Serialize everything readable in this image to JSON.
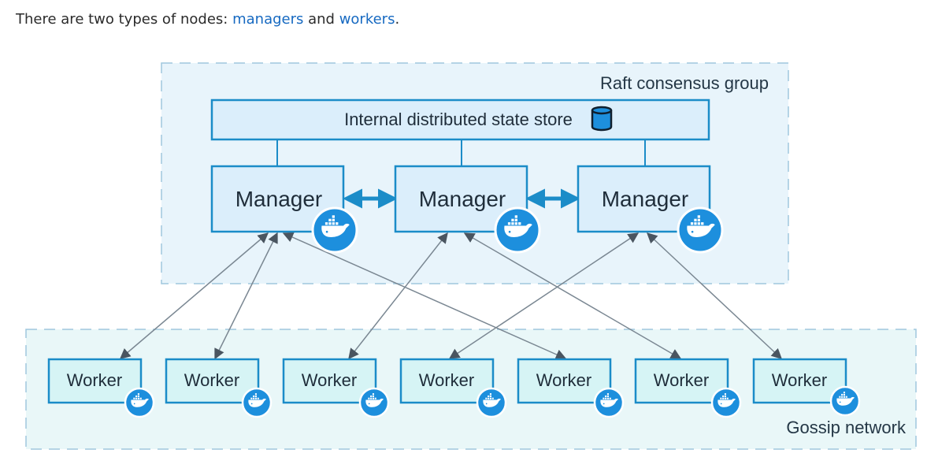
{
  "intro": {
    "prefix": "There are two types of nodes: ",
    "link_managers": "managers",
    "middle": " and ",
    "link_workers": "workers",
    "suffix": "."
  },
  "diagram": {
    "raft_group_label": "Raft consensus group",
    "state_store_label": "Internal distributed state store",
    "gossip_label": "Gossip network",
    "managers": [
      {
        "label": "Manager"
      },
      {
        "label": "Manager"
      },
      {
        "label": "Manager"
      }
    ],
    "workers": [
      {
        "label": "Worker"
      },
      {
        "label": "Worker"
      },
      {
        "label": "Worker"
      },
      {
        "label": "Worker"
      },
      {
        "label": "Worker"
      },
      {
        "label": "Worker"
      },
      {
        "label": "Worker"
      }
    ],
    "icons": {
      "node_badge": "docker-whale-icon",
      "store_badge": "database-icon"
    },
    "colors": {
      "node_border": "#1b8cc8",
      "manager_fill": "#dbeefb",
      "worker_fill": "#d6f4f5",
      "raft_zone_fill": "#e8f4fb",
      "gossip_zone_fill": "#e9f7f8",
      "badge": "#1d8fdd",
      "link_color": "#1669c1"
    }
  }
}
